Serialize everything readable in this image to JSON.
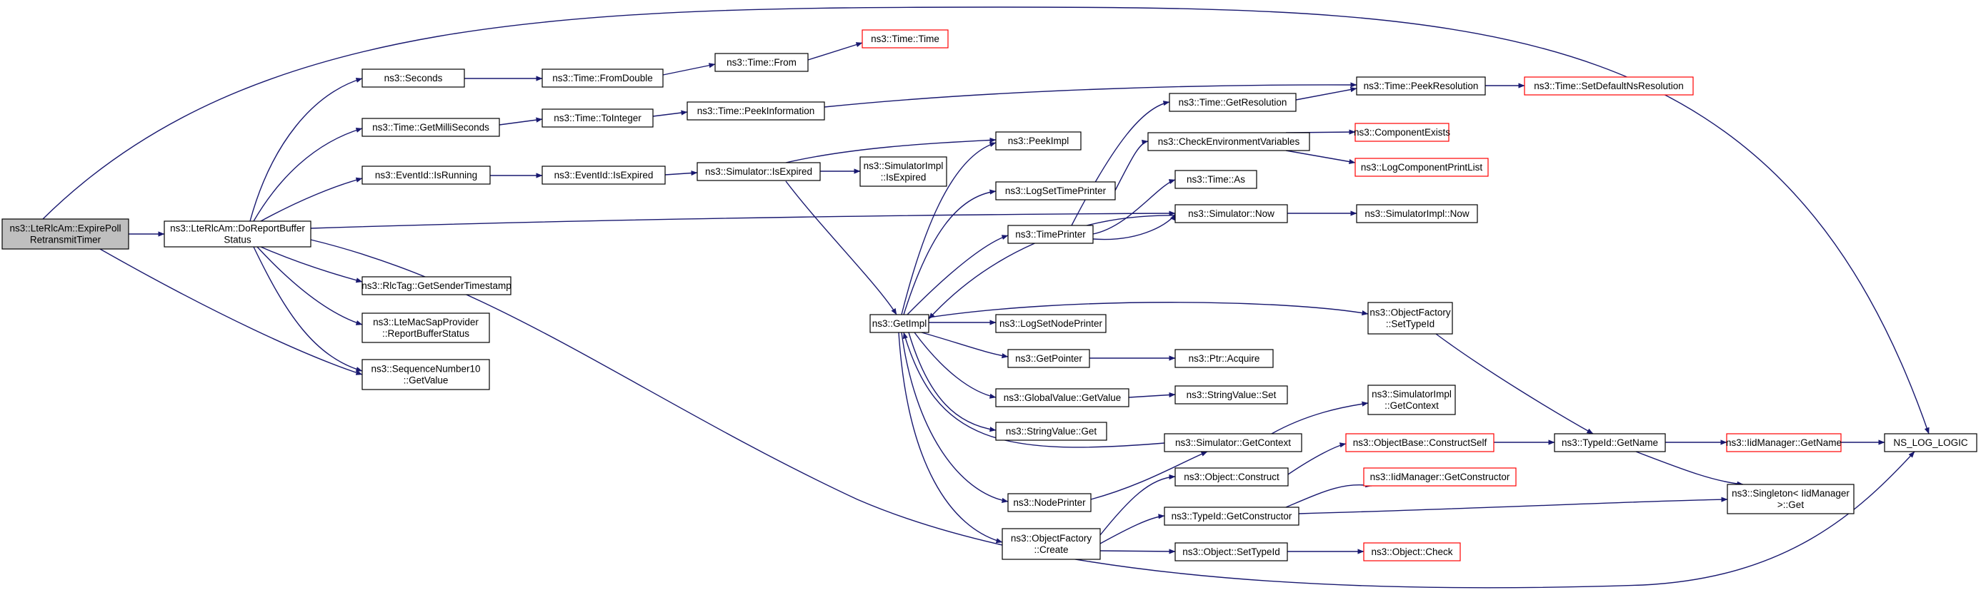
{
  "colors": {
    "edge": "#191970",
    "default_border": "#000000",
    "truncated_border": "#ff0000",
    "root_fill": "#bfbfbf"
  },
  "nodes": [
    {
      "id": "root",
      "lines": [
        "ns3::LteRlcAm::ExpirePoll",
        "RetransmitTimer"
      ],
      "style": "root"
    },
    {
      "id": "doreport",
      "lines": [
        "ns3::LteRlcAm::DoReportBuffer",
        "Status"
      ],
      "style": "normal"
    },
    {
      "id": "seconds",
      "lines": [
        "ns3::Seconds"
      ],
      "style": "normal"
    },
    {
      "id": "getmilli",
      "lines": [
        "ns3::Time::GetMilliSeconds"
      ],
      "style": "normal"
    },
    {
      "id": "evrunning",
      "lines": [
        "ns3::EventId::IsRunning"
      ],
      "style": "normal"
    },
    {
      "id": "rlctag",
      "lines": [
        "ns3::RlcTag::GetSenderTimestamp"
      ],
      "style": "normal"
    },
    {
      "id": "ltemac",
      "lines": [
        "ns3::LteMacSapProvider",
        "::ReportBufferStatus"
      ],
      "style": "normal"
    },
    {
      "id": "seqnum",
      "lines": [
        "ns3::SequenceNumber10",
        "::GetValue"
      ],
      "style": "normal"
    },
    {
      "id": "fromdouble",
      "lines": [
        "ns3::Time::FromDouble"
      ],
      "style": "normal"
    },
    {
      "id": "tointeger",
      "lines": [
        "ns3::Time::ToInteger"
      ],
      "style": "normal"
    },
    {
      "id": "evexpired",
      "lines": [
        "ns3::EventId::IsExpired"
      ],
      "style": "normal"
    },
    {
      "id": "timefrom",
      "lines": [
        "ns3::Time::From"
      ],
      "style": "normal"
    },
    {
      "id": "peekinfo",
      "lines": [
        "ns3::Time::PeekInformation"
      ],
      "style": "normal"
    },
    {
      "id": "simexpired",
      "lines": [
        "ns3::Simulator::IsExpired"
      ],
      "style": "normal"
    },
    {
      "id": "timetime",
      "lines": [
        "ns3::Time::Time"
      ],
      "style": "truncated"
    },
    {
      "id": "simimplexp",
      "lines": [
        "ns3::SimulatorImpl",
        "::IsExpired"
      ],
      "style": "normal"
    },
    {
      "id": "getimpl",
      "lines": [
        "ns3::GetImpl"
      ],
      "style": "normal"
    },
    {
      "id": "peekimpl",
      "lines": [
        "ns3::PeekImpl"
      ],
      "style": "normal"
    },
    {
      "id": "logsettime",
      "lines": [
        "ns3::LogSetTimePrinter"
      ],
      "style": "normal"
    },
    {
      "id": "timeprinter",
      "lines": [
        "ns3::TimePrinter"
      ],
      "style": "normal"
    },
    {
      "id": "logsetnode",
      "lines": [
        "ns3::LogSetNodePrinter"
      ],
      "style": "normal"
    },
    {
      "id": "getpointer",
      "lines": [
        "ns3::GetPointer"
      ],
      "style": "normal"
    },
    {
      "id": "gvgetvalue",
      "lines": [
        "ns3::GlobalValue::GetValue"
      ],
      "style": "normal"
    },
    {
      "id": "svget",
      "lines": [
        "ns3::StringValue::Get"
      ],
      "style": "normal"
    },
    {
      "id": "nodeprinter",
      "lines": [
        "ns3::NodePrinter"
      ],
      "style": "normal"
    },
    {
      "id": "ofcreate",
      "lines": [
        "ns3::ObjectFactory",
        "::Create"
      ],
      "style": "normal"
    },
    {
      "id": "getres",
      "lines": [
        "ns3::Time::GetResolution"
      ],
      "style": "normal"
    },
    {
      "id": "checkenv",
      "lines": [
        "ns3::CheckEnvironmentVariables"
      ],
      "style": "normal"
    },
    {
      "id": "timeas",
      "lines": [
        "ns3::Time::As"
      ],
      "style": "normal"
    },
    {
      "id": "simnow",
      "lines": [
        "ns3::Simulator::Now"
      ],
      "style": "normal"
    },
    {
      "id": "ptracquire",
      "lines": [
        "ns3::Ptr::Acquire"
      ],
      "style": "normal"
    },
    {
      "id": "svset",
      "lines": [
        "ns3::StringValue::Set"
      ],
      "style": "normal"
    },
    {
      "id": "simgetctx",
      "lines": [
        "ns3::Simulator::GetContext"
      ],
      "style": "normal"
    },
    {
      "id": "objconstruct",
      "lines": [
        "ns3::Object::Construct"
      ],
      "style": "normal"
    },
    {
      "id": "tidgetctor",
      "lines": [
        "ns3::TypeId::GetConstructor"
      ],
      "style": "normal"
    },
    {
      "id": "objsettid",
      "lines": [
        "ns3::Object::SetTypeId"
      ],
      "style": "normal"
    },
    {
      "id": "peekres",
      "lines": [
        "ns3::Time::PeekResolution"
      ],
      "style": "normal"
    },
    {
      "id": "compexists",
      "lines": [
        "ns3::ComponentExists"
      ],
      "style": "truncated"
    },
    {
      "id": "logcomplist",
      "lines": [
        "ns3::LogComponentPrintList"
      ],
      "style": "truncated"
    },
    {
      "id": "simimplnow",
      "lines": [
        "ns3::SimulatorImpl::Now"
      ],
      "style": "normal"
    },
    {
      "id": "ofsettid",
      "lines": [
        "ns3::ObjectFactory",
        "::SetTypeId"
      ],
      "style": "normal"
    },
    {
      "id": "simimplctx",
      "lines": [
        "ns3::SimulatorImpl",
        "::GetContext"
      ],
      "style": "normal"
    },
    {
      "id": "objbasecs",
      "lines": [
        "ns3::ObjectBase::ConstructSelf"
      ],
      "style": "truncated"
    },
    {
      "id": "iidgetctor",
      "lines": [
        "ns3::IidManager::GetConstructor"
      ],
      "style": "truncated"
    },
    {
      "id": "objcheck",
      "lines": [
        "ns3::Object::Check"
      ],
      "style": "truncated"
    },
    {
      "id": "setdefres",
      "lines": [
        "ns3::Time::SetDefaultNsResolution"
      ],
      "style": "truncated"
    },
    {
      "id": "tidgetname",
      "lines": [
        "ns3::TypeId::GetName"
      ],
      "style": "normal"
    },
    {
      "id": "iidgetname",
      "lines": [
        "ns3::IidManager::GetName"
      ],
      "style": "truncated"
    },
    {
      "id": "singleton",
      "lines": [
        "ns3::Singleton< IidManager",
        ">::Get"
      ],
      "style": "normal"
    },
    {
      "id": "nslog",
      "lines": [
        "NS_LOG_LOGIC"
      ],
      "style": "normal"
    }
  ]
}
